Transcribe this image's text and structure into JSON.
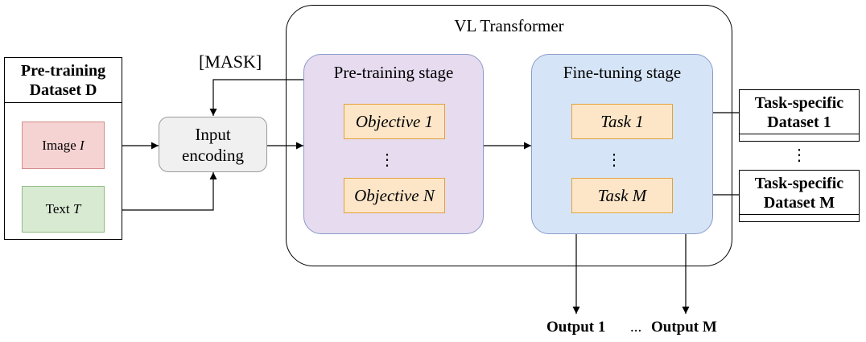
{
  "vl_transformer": {
    "title": "VL Transformer"
  },
  "pretraining_dataset": {
    "title_line1": "Pre-training",
    "title_line2": "Dataset D",
    "image_label": "Image",
    "image_symbol": "I",
    "text_label": "Text",
    "text_symbol": "T"
  },
  "mask_label": "[MASK]",
  "input_encoding": {
    "line1": "Input",
    "line2": "encoding"
  },
  "pretraining_stage": {
    "title": "Pre-training stage",
    "objectives": [
      "Objective 1",
      "Objective N"
    ],
    "ellipsis": "⋮"
  },
  "finetuning_stage": {
    "title": "Fine-tuning stage",
    "tasks": [
      "Task 1",
      "Task M"
    ],
    "ellipsis": "⋮"
  },
  "task_datasets": [
    {
      "line1": "Task-specific",
      "line2": "Dataset 1"
    },
    {
      "line1": "Task-specific",
      "line2": "Dataset M"
    }
  ],
  "task_datasets_ellipsis": "⋮",
  "outputs": {
    "first": "Output 1",
    "separator": "...",
    "last": "Output M"
  },
  "colors": {
    "pretraining_stage_fill": "#e6dbef",
    "finetuning_stage_fill": "#d5e5f7",
    "objective_fill": "#fde6c8",
    "objective_border": "#e2a13b",
    "image_fill": "#f6d3d3",
    "text_fill": "#d9ead3",
    "encoding_fill": "#f0f0f0"
  }
}
